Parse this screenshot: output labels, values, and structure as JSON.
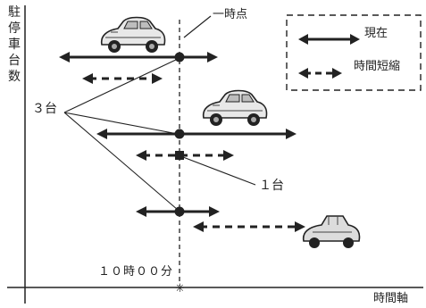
{
  "y_axis": {
    "label_chars": [
      "駐",
      "停",
      "車",
      "台",
      "数"
    ]
  },
  "x_axis": {
    "label": "時間軸"
  },
  "marker": {
    "moment_label": "一時点",
    "time_label": "１０時００分"
  },
  "annotations": {
    "three_cars": "３台",
    "one_car": "１台"
  },
  "legend": {
    "current_label": "現在",
    "shortened_label": "時間短縮"
  },
  "icons": {
    "car": "car-icon"
  }
}
